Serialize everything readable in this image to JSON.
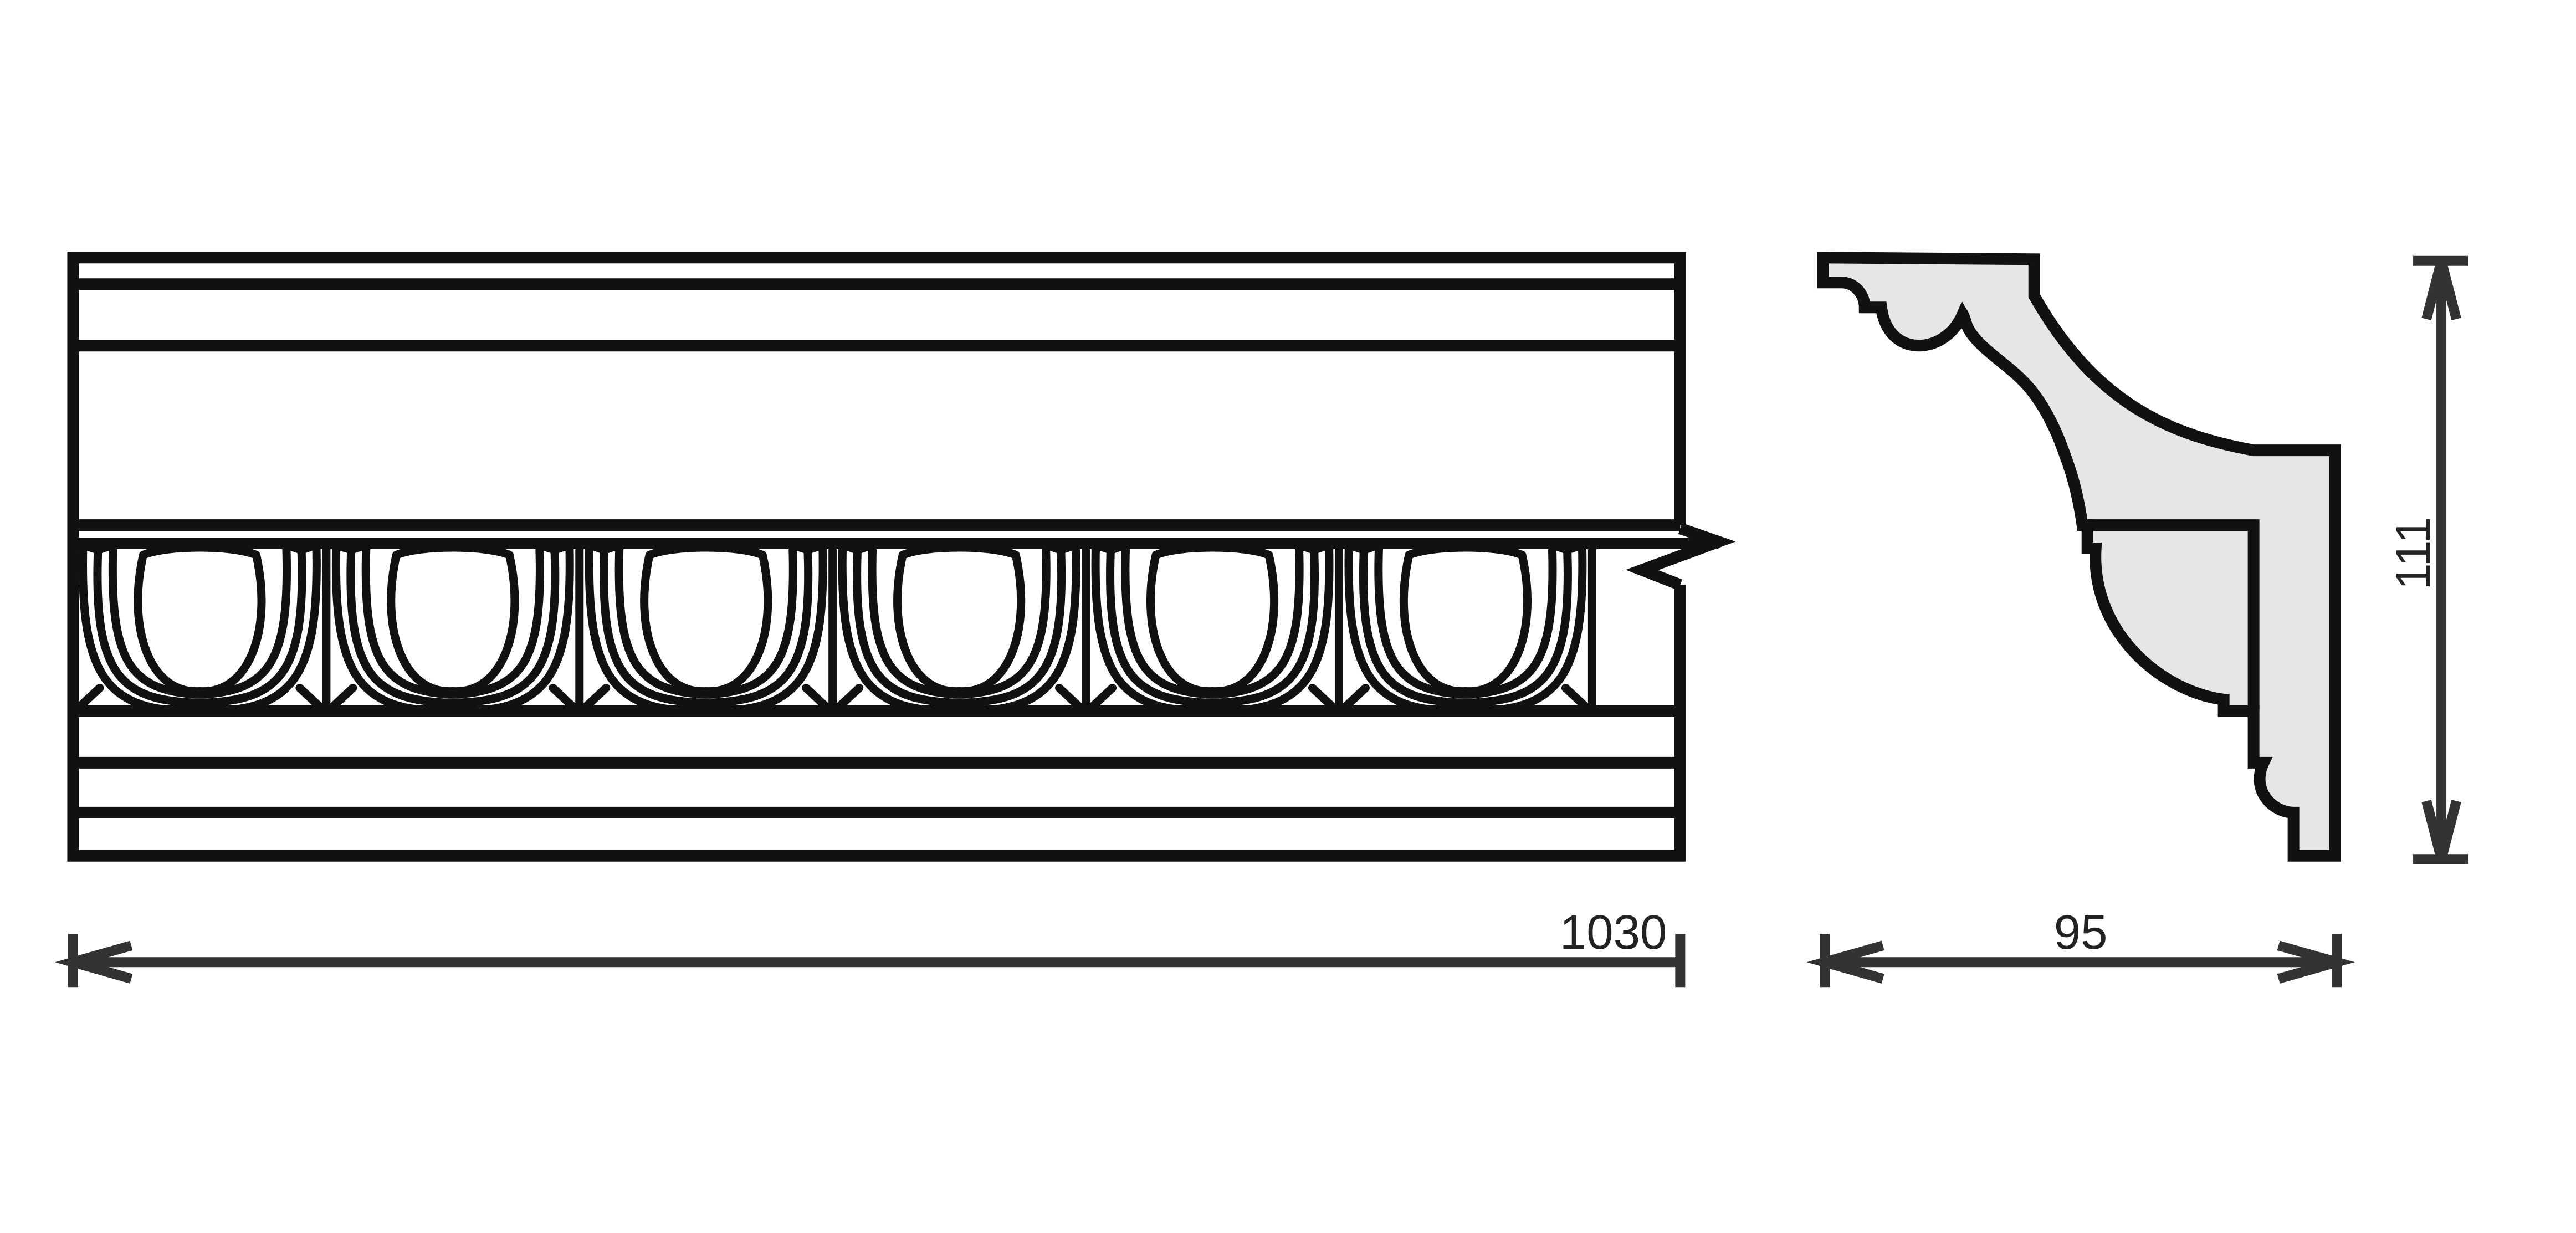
{
  "drawing": {
    "dimensions": {
      "length": "1030",
      "width": "95",
      "height": "111"
    },
    "egg_count": 6,
    "colors": {
      "line": "#111111",
      "dimension": "#333333",
      "profile_fill": "#e6e6e6",
      "background": "#ffffff"
    }
  }
}
